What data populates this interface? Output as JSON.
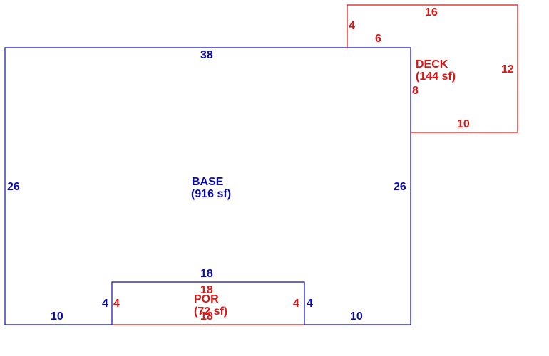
{
  "colors": {
    "base": "#0a0ab4",
    "addition": "#dc1414"
  },
  "areas": {
    "base": {
      "name": "BASE",
      "area": "(916 sf)"
    },
    "deck": {
      "name": "DECK",
      "area": "(144 sf)"
    },
    "porch": {
      "name": "POR",
      "area": "(72 sf)"
    }
  },
  "dimensions": {
    "base_top": "38",
    "base_left": "26",
    "base_right": "26",
    "base_bottom_left": "10",
    "base_bottom_right": "10",
    "notch_top": "18",
    "notch_left": "4",
    "notch_right": "4",
    "deck_top": "16",
    "deck_right": "12",
    "deck_bottom": "10",
    "deck_left_upper": "4",
    "deck_overlap_top": "6",
    "deck_left_lower": "8",
    "porch_top": "18",
    "porch_left": "4",
    "porch_right": "4",
    "porch_bottom": "18"
  }
}
